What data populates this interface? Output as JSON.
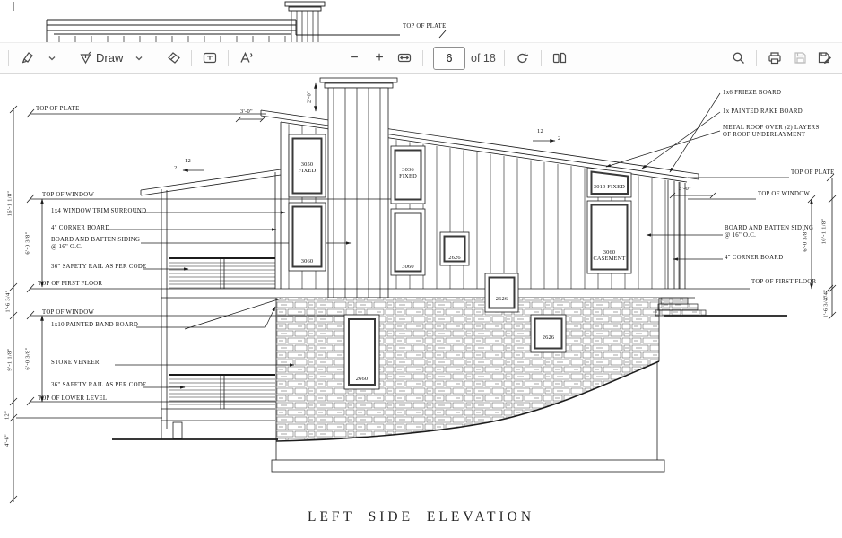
{
  "toolbar": {
    "draw_label": "Draw",
    "minus_label": "−",
    "plus_label": "+",
    "page_value": "6",
    "page_total_label": "of 18"
  },
  "document": {
    "title": "LEFT SIDE ELEVATION",
    "labels": {
      "top_of_plate": "TOP OF PLATE",
      "top_of_window": "TOP OF WINDOW",
      "top_of_first_floor": "TOP OF FIRST FLOOR",
      "top_of_lower_level": "TOP OF LOWER LEVEL",
      "window_trim": "1x4 WINDOW TRIM SURROUND",
      "corner_board": "4\" CORNER BOARD",
      "siding": "BOARD AND BATTEN SIDING",
      "siding_oc": "@ 16\" O.C.",
      "safety_rail": "36\" SAFETY RAIL AS PER CODE",
      "band_board": "1x10 PAINTED BAND BOARD",
      "stone_veneer": "STONE VENEER",
      "frieze": "1x6 FRIEZE BOARD",
      "rake": "1x PAINTED RAKE BOARD",
      "metal_roof_1": "METAL ROOF OVER (2) LAYERS",
      "metal_roof_2": "OF ROOF UNDERLAYMENT"
    },
    "dims": {
      "h16": "16'-1 1/8\"",
      "h6": "6'-0 3/8\"",
      "h1_6": "1'-6 3/4\"",
      "h9": "9'-1 1/8\"",
      "h12in": "12\"",
      "h4_6": "4'-6\"",
      "w3_0": "3'-0\"",
      "w2_0": "2'-0\"",
      "h10": "10'-1 1/8\"",
      "h34": "3/4\"",
      "pitch_run": "12",
      "pitch_rise": "2"
    },
    "windows": {
      "w3050": "3050",
      "fixed": "FIXED",
      "w3060": "3060",
      "w3036": "3036",
      "w2626": "2626",
      "w3019": "3019 FIXED",
      "casement": "CASEMENT",
      "w2660": "2660"
    }
  }
}
